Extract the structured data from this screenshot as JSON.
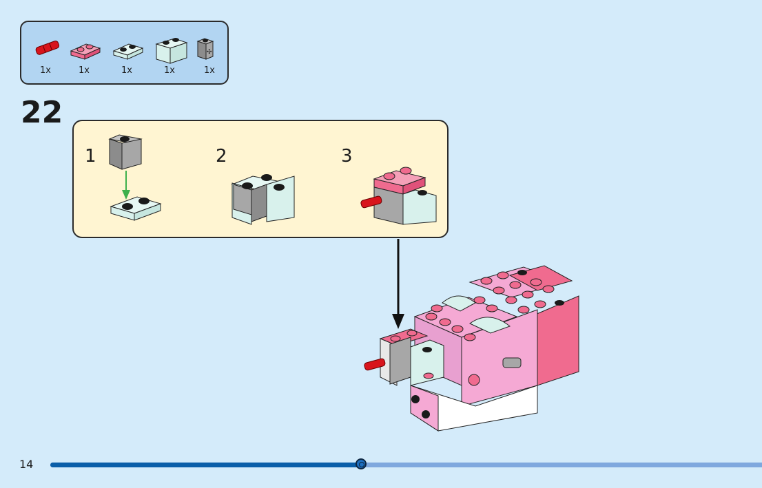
{
  "parts_list": {
    "items": [
      {
        "name": "red-pin-connector",
        "qty": "1x"
      },
      {
        "name": "pink-plate-1x2",
        "qty": "1x"
      },
      {
        "name": "mint-plate-1x2",
        "qty": "1x"
      },
      {
        "name": "mint-brick-1x2",
        "qty": "1x"
      },
      {
        "name": "gray-brick-1x1-axle-hole",
        "qty": "1x"
      }
    ]
  },
  "step": {
    "number": "22",
    "substeps": [
      {
        "number": "1"
      },
      {
        "number": "2"
      },
      {
        "number": "3"
      }
    ]
  },
  "footer": {
    "page_number": "14",
    "progress_fraction": 0.434
  },
  "colors": {
    "background": "#d4ebfa",
    "parts_panel": "#b2d5f2",
    "substep_panel": "#fff5d2",
    "pink": "#f06b8f",
    "light_pink": "#f5a9d4",
    "mint": "#d8f1ec",
    "gray": "#a7a7a7",
    "red": "#d8141c",
    "progress_fill": "#0a5ea8",
    "progress_track": "#7fa8de",
    "arrow_green": "#3db04b"
  }
}
